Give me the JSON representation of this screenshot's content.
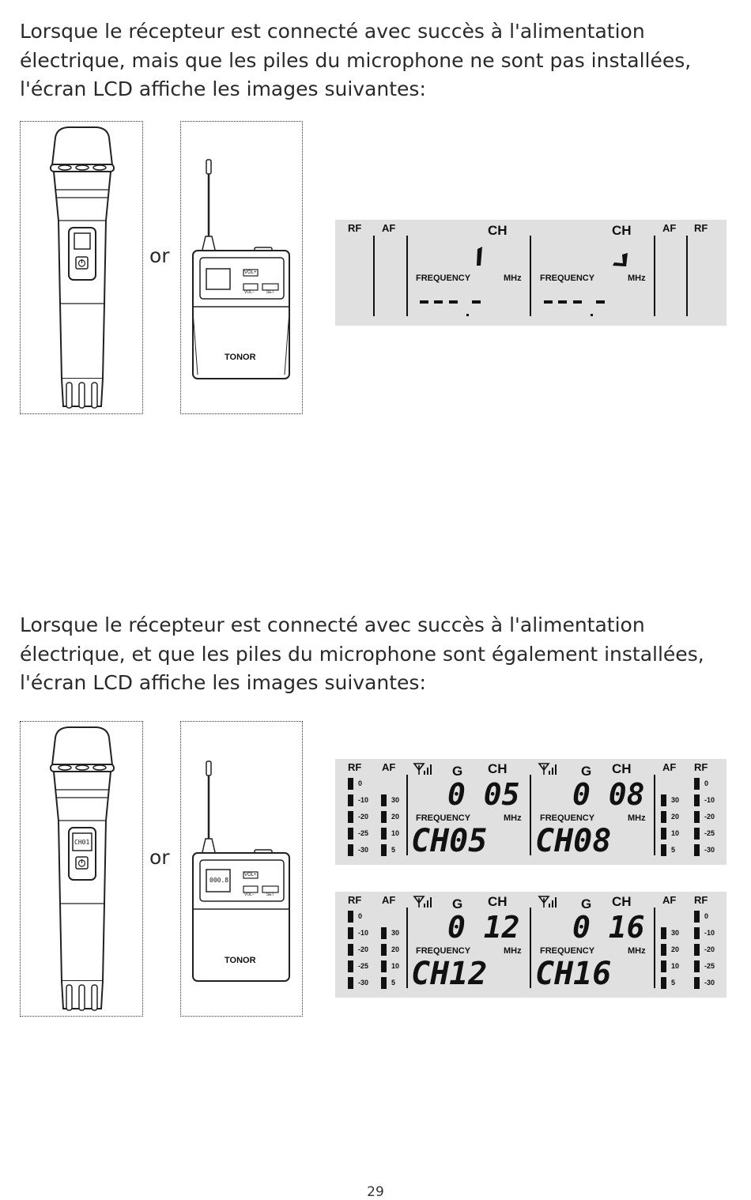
{
  "section1": {
    "lines": [
      "Lorsque le récepteur est connecté avec succès à l'alimentation",
      "électrique, mais que les piles du microphone ne sont pas installées,",
      "l'écran LCD affiche les images suivantes:"
    ],
    "or": "or",
    "bodypack_brand": "TONOR",
    "bodypack_vol_plus": "VOL+",
    "bodypack_vol_minus": "VOL−",
    "bodypack_set": "SET",
    "lcd": {
      "left": {
        "rf": "RF",
        "af": "AF",
        "ch": "CH",
        "freq": "FREQUENCY",
        "mhz": "MHz"
      },
      "right": {
        "rf": "RF",
        "af": "AF",
        "ch": "CH",
        "freq": "FREQUENCY",
        "mhz": "MHz"
      }
    }
  },
  "section2": {
    "lines": [
      "Lorsque le récepteur est connecté avec succès à l'alimentation",
      "électrique, et que les piles du microphone sont également installées,",
      "l'écran LCD affiche les images suivantes:"
    ],
    "or": "or",
    "mic_display": "CH01",
    "bodypack_display": "000.8",
    "bodypack_brand": "TONOR",
    "bodypack_vol_plus": "VOL+",
    "bodypack_vol_minus": "VOL−",
    "bodypack_set": "SET",
    "panels": [
      {
        "left": {
          "rf": "RF",
          "af": "AF",
          "g": "G",
          "ch": "CH",
          "num": "0 05",
          "freq": "FREQUENCY",
          "mhz": "MHz",
          "chname": "CH05",
          "rf_ticks": [
            "0",
            "-10",
            "-20",
            "-25",
            "-30"
          ],
          "af_ticks": [
            "30",
            "20",
            "10",
            "5"
          ]
        },
        "right": {
          "rf": "RF",
          "af": "AF",
          "g": "G",
          "ch": "CH",
          "num": "0 08",
          "freq": "FREQUENCY",
          "mhz": "MHz",
          "chname": "CH08",
          "rf_ticks": [
            "0",
            "-10",
            "-20",
            "-25",
            "-30"
          ],
          "af_ticks": [
            "30",
            "20",
            "10",
            "5"
          ]
        }
      },
      {
        "left": {
          "rf": "RF",
          "af": "AF",
          "g": "G",
          "ch": "CH",
          "num": "0 12",
          "freq": "FREQUENCY",
          "mhz": "MHz",
          "chname": "CH12",
          "rf_ticks": [
            "0",
            "-10",
            "-20",
            "-25",
            "-30"
          ],
          "af_ticks": [
            "30",
            "20",
            "10",
            "5"
          ]
        },
        "right": {
          "rf": "RF",
          "af": "AF",
          "g": "G",
          "ch": "CH",
          "num": "0 16",
          "freq": "FREQUENCY",
          "mhz": "MHz",
          "chname": "CH16",
          "rf_ticks": [
            "0",
            "-10",
            "-20",
            "-25",
            "-30"
          ],
          "af_ticks": [
            "30",
            "20",
            "10",
            "5"
          ]
        }
      }
    ]
  },
  "page_number": "29"
}
